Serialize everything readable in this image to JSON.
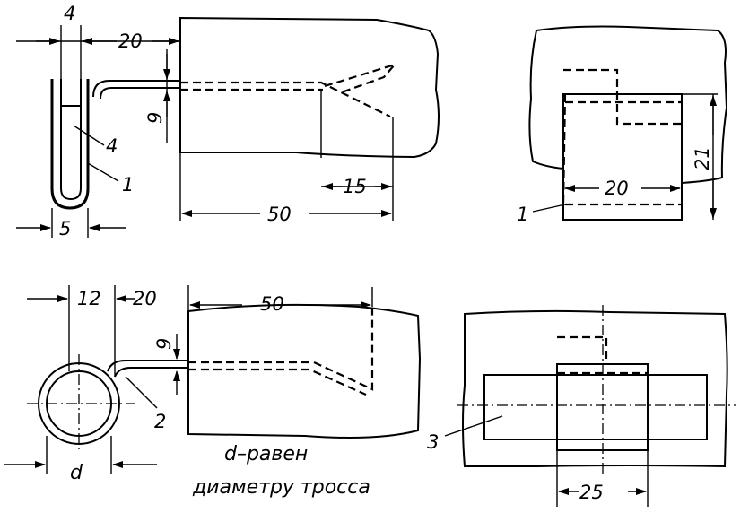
{
  "top_left_view": {
    "dim_strip_width": "4",
    "dim_wire_gap": "20",
    "dim_wire_depth": "9",
    "dim_bent_end": "15",
    "dim_embed_length": "50",
    "dim_loop_width": "5",
    "label_pad": "4",
    "label_strip": "1"
  },
  "top_right_view": {
    "dim_height": "21",
    "dim_width": "20",
    "label_strip": "1"
  },
  "bottom_left_view": {
    "dim_loop_diameter": "12",
    "dim_wire_gap": "20",
    "dim_embed_length": "50",
    "dim_wire_depth": "9",
    "label_wire": "2",
    "dim_cable": "d",
    "caption_line1": "d–равен",
    "caption_line2": "диаметру тросса"
  },
  "bottom_right_view": {
    "label_cable": "3",
    "dim_width": "25"
  },
  "colors": {
    "ink": "#000000",
    "paper": "#ffffff"
  }
}
